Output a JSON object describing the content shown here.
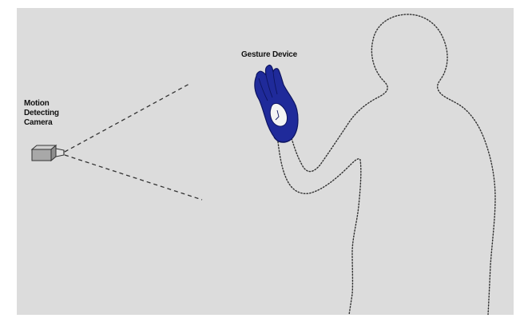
{
  "labels": {
    "gesture_device": "Gesture Device",
    "camera_line1": "Motion",
    "camera_line2": "Detecting",
    "camera_line3": "Camera"
  },
  "colors": {
    "background": "#dcdcdc",
    "glove": "#1f2a9a",
    "glove_outline": "#0d1460",
    "silhouette": "#333333",
    "camera_body": "#a8a8a8",
    "view_lines": "#333333"
  }
}
